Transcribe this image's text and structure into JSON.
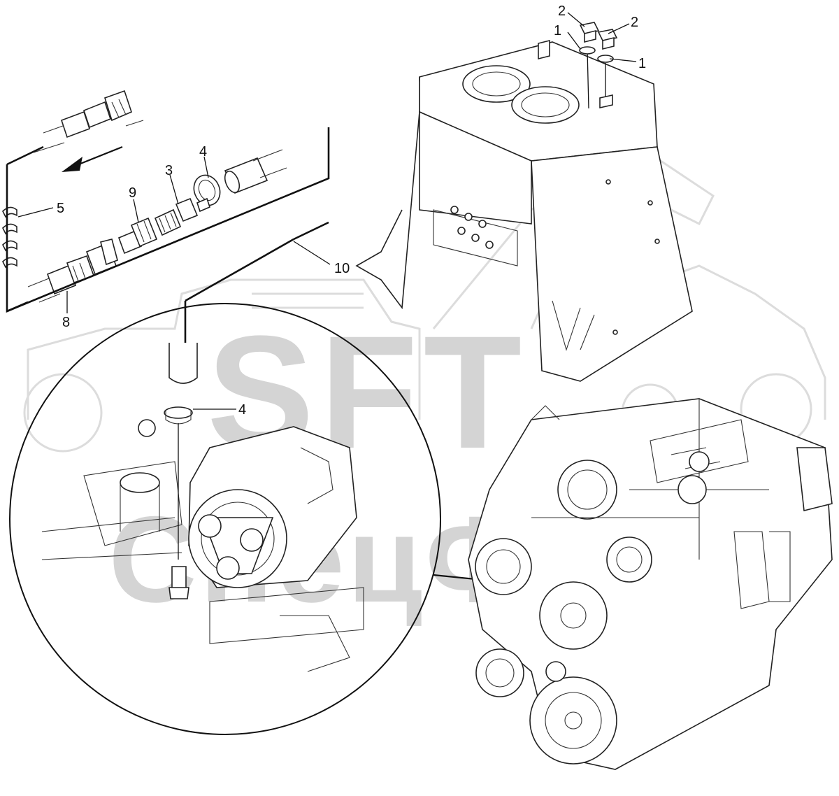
{
  "watermark": {
    "logo_text": "SFT",
    "company_text": "СпецФорс"
  },
  "callouts": {
    "c1a": "1",
    "c1b": "1",
    "c2a": "2",
    "c2b": "2",
    "c3": "3",
    "c4a": "4",
    "c4b": "4",
    "c5": "5",
    "c8": "8",
    "c9": "9",
    "c10": "10"
  },
  "colors": {
    "line": "#222222",
    "watermark": "#d4d4d4",
    "background": "#ffffff"
  }
}
